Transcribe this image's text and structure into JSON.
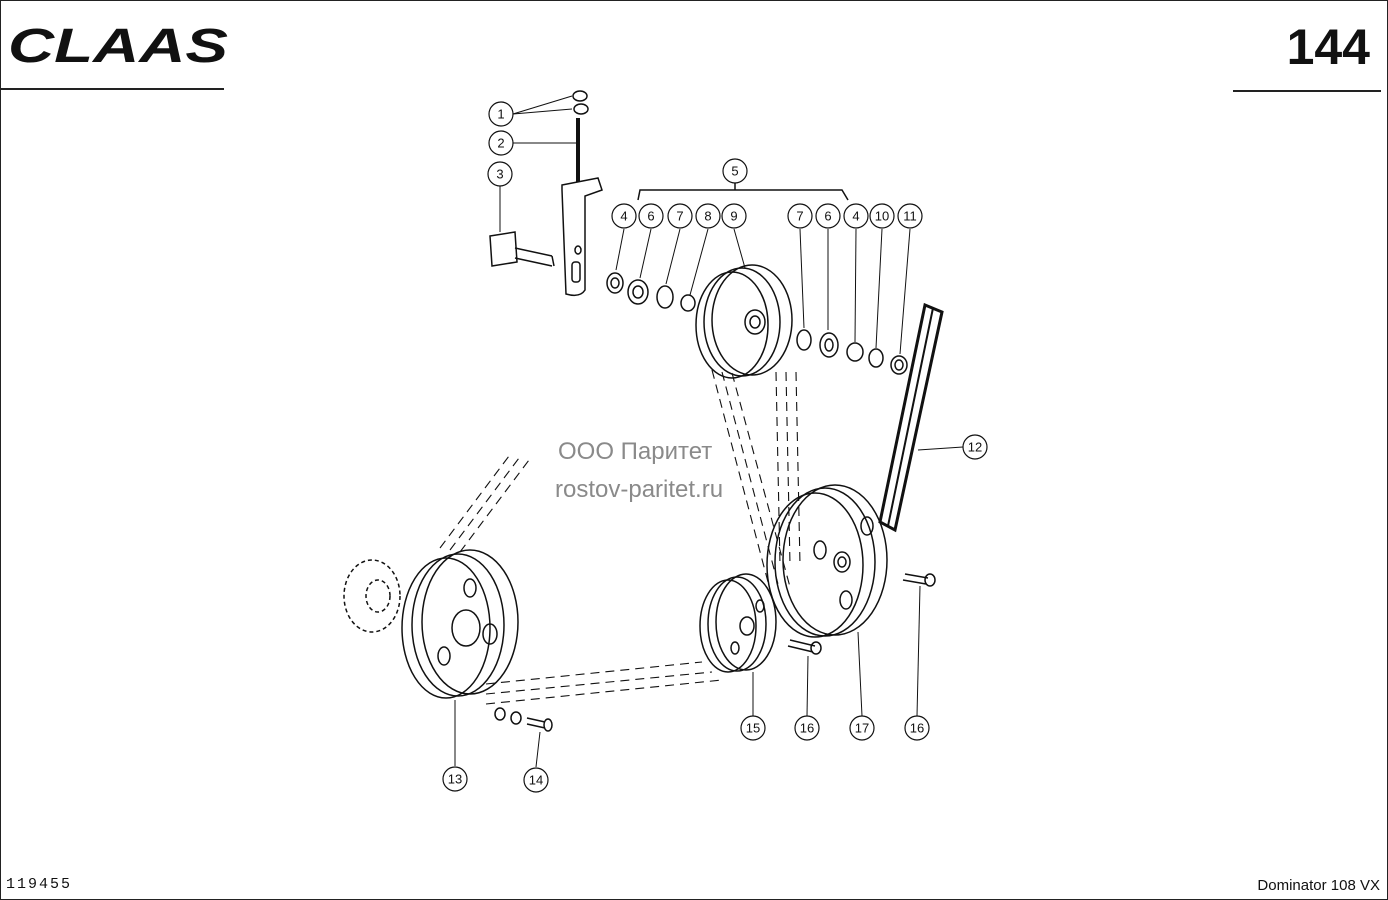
{
  "header": {
    "brand": "CLAAS",
    "page_number": "144"
  },
  "footer": {
    "drawing_number": "119455",
    "model": "Dominator 108 VX"
  },
  "watermark": {
    "line1": "ООО Паритет",
    "line2": "rostov-paritet.ru"
  },
  "callouts": [
    "1",
    "2",
    "3",
    "4",
    "5",
    "6",
    "7",
    "8",
    "9",
    "10",
    "11",
    "12",
    "13",
    "14",
    "15",
    "16",
    "17"
  ],
  "icons": {
    "logo": "claas-logo-icon"
  }
}
